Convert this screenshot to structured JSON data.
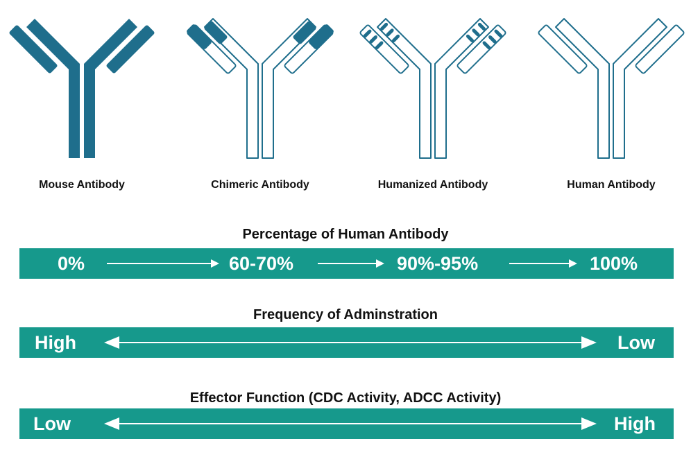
{
  "colors": {
    "primary": "#1f6e8c",
    "teal": "#16998c",
    "text": "#111111",
    "white": "#ffffff"
  },
  "antibodies": [
    {
      "label": "Mouse Antibody",
      "style": "filled"
    },
    {
      "label": "Chimeric Antibody",
      "style": "variable-regions-filled"
    },
    {
      "label": "Humanized Antibody",
      "style": "cdr-stripes"
    },
    {
      "label": "Human Antibody",
      "style": "outline"
    }
  ],
  "percentage": {
    "title": "Percentage of Human Antibody",
    "values": [
      "0%",
      "60-70%",
      "90%-95%",
      "100%"
    ]
  },
  "frequency": {
    "title": "Frequency of Adminstration",
    "left": "High",
    "right": "Low"
  },
  "effector": {
    "title": "Effector Function (CDC Activity, ADCC Activity)",
    "left": "Low",
    "right": "High"
  }
}
